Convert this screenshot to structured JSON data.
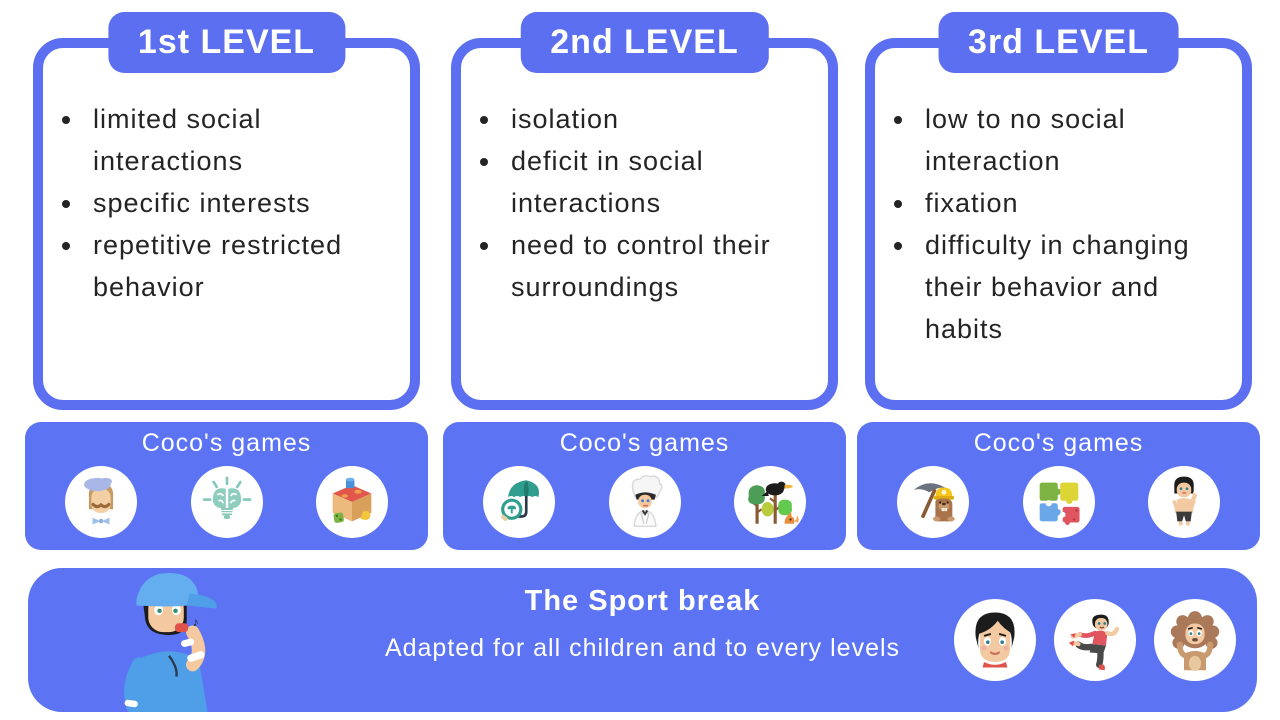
{
  "colors": {
    "accent_blue": "#5b6ff0",
    "bar_blue": "#5c74f3",
    "text_dark": "#242424",
    "text_light": "#ffffff"
  },
  "levels": [
    {
      "title": "1st LEVEL",
      "bullets": [
        "limited social interactions",
        "specific interests",
        "repetitive restricted behavior"
      ],
      "games_label": "Coco's games",
      "game_icons": [
        "artist-man-icon",
        "brain-idea-icon",
        "toy-box-icon"
      ]
    },
    {
      "title": "2nd LEVEL",
      "bullets": [
        "isolation",
        "deficit in social interactions",
        "need to control their surroundings"
      ],
      "games_label": "Coco's games",
      "game_icons": [
        "mushroom-search-icon",
        "chef-boy-icon",
        "forest-bird-fox-icon"
      ]
    },
    {
      "title": "3rd LEVEL",
      "bullets": [
        "low to no social interaction",
        "fixation",
        "difficulty in changing their behavior and habits"
      ],
      "games_label": "Coco's games",
      "game_icons": [
        "mole-miner-icon",
        "puzzle-pieces-icon",
        "dressing-boy-icon"
      ]
    }
  ],
  "sport_break": {
    "title": "The Sport break",
    "subtitle": "Adapted for all children and to every levels",
    "left_icon": "coach-whistle-character",
    "icons": [
      "boy-face-icon",
      "balancing-boy-icon",
      "lion-costume-kid-icon"
    ]
  }
}
